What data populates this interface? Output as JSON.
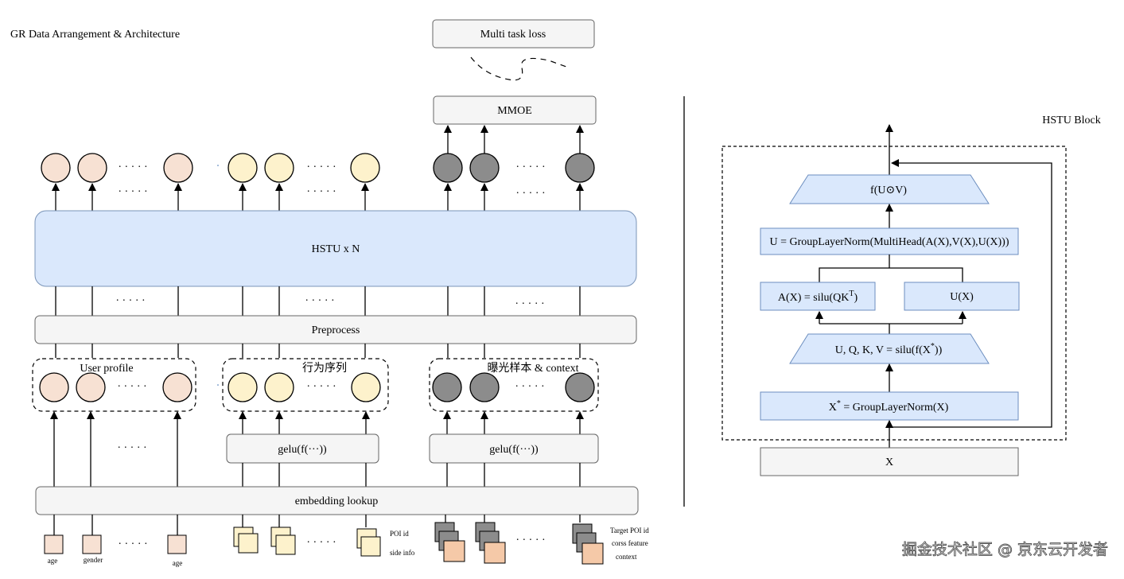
{
  "title": "GR Data Arrangement & Architecture",
  "left": {
    "top_loss": "Multi task loss",
    "mmoe": "MMOE",
    "hstu": "HSTU x N",
    "preprocess": "Preprocess",
    "embedding": "embedding lookup",
    "group_user": "User profile",
    "group_behavior": "行为序列",
    "group_exposure": "曝光样本 & context",
    "gelu": "gelu(f(···))",
    "dots": "· · · · ·",
    "input_labels": {
      "age1": "age",
      "gender": "gender",
      "age2": "age",
      "poi_id": "POI id",
      "side_info": "side info",
      "target_poi": "Target POI id",
      "cross": "corss feature",
      "context": "context"
    }
  },
  "right": {
    "title": "HSTU Block",
    "f_uv": "f(U⊙V)",
    "u_eq": "U = GroupLayerNorm(MultiHead(A(X),V(X),U(X)))",
    "a_x": "A(X) = silu(QK",
    "a_x_sup": "T",
    "a_x_end": ")",
    "u_x": "U(X)",
    "uqkv": "U, Q, K, V = silu(f(X",
    "uqkv_sup": "*",
    "uqkv_end": "))",
    "xstar": "X",
    "xstar_sup": "*",
    "xstar_end": " = GroupLayerNorm(X)",
    "x": "X"
  },
  "watermark": "掘金技术社区 @ 京东云开发者",
  "colors": {
    "peach": "#f7e1d3",
    "yellow": "#fdf2cc",
    "gray": "#8c8c8c",
    "blue": "#dae8fc",
    "light": "#f5f5f5",
    "orange": "#f5c9a8"
  }
}
